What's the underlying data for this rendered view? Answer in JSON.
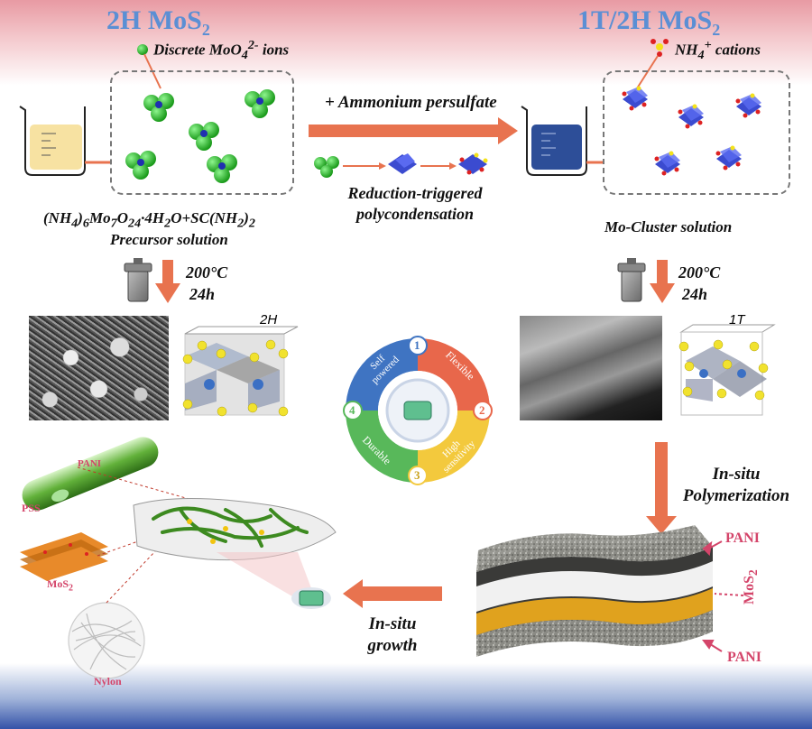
{
  "titles": {
    "left_main": "2H  MoS",
    "left_sub": "2",
    "right_main": "1T/2H  MoS",
    "right_sub": "2"
  },
  "ions_label": {
    "text": "Discrete MoO",
    "sub": "4",
    "sup": "2-",
    "tail": " ions"
  },
  "cations_label": {
    "text": "NH",
    "sub": "4",
    "sup": "+",
    "tail": " cations"
  },
  "reagent": "+ Ammonium persulfate",
  "reaction": {
    "line1": "Reduction-triggered",
    "line2": "polycondensation"
  },
  "precursor": {
    "formula_parts": [
      "(NH",
      "4",
      ")",
      "6",
      "Mo",
      "7",
      "O",
      "24",
      "·4H",
      "2",
      "O+SC(NH",
      "2",
      ")",
      "2"
    ],
    "label": "Precursor solution"
  },
  "cluster_label": "Mo-Cluster solution",
  "conditions": {
    "temp": "200°C",
    "time": "24h"
  },
  "phases": {
    "left": "2H",
    "right": "1T"
  },
  "wheel": {
    "center_fill": "#5fbf8f",
    "segments": [
      {
        "num": "1",
        "text": "Flexible",
        "color": "#e8674b"
      },
      {
        "num": "2",
        "text": "High sensitivity",
        "color": "#f3c93d"
      },
      {
        "num": "3",
        "text": "Durable",
        "color": "#58b85a"
      },
      {
        "num": "4",
        "text": "Self powered",
        "color": "#3f74c2"
      }
    ],
    "seg_text": {
      "s1": "Flexible",
      "s2a": "High",
      "s2b": "sensitivity",
      "s3": "Durable",
      "s4a": "Self",
      "s4b": "powered"
    }
  },
  "steps": {
    "polymerization_1": "In-situ",
    "polymerization_2": "Polymerization",
    "growth_1": "In-situ",
    "growth_2": "growth"
  },
  "layers": {
    "top": "PANI",
    "middle": "MoS",
    "middle_sub": "2",
    "bottom": "PANI"
  },
  "components": {
    "pani": "PANI",
    "pss": "PSS",
    "mos2": "MoS",
    "mos2_sub": "2",
    "nylon": "Nylon"
  },
  "colors": {
    "arrow": "#e8734f",
    "title": "#5b8fd4",
    "accent_red": "#d4456a"
  }
}
